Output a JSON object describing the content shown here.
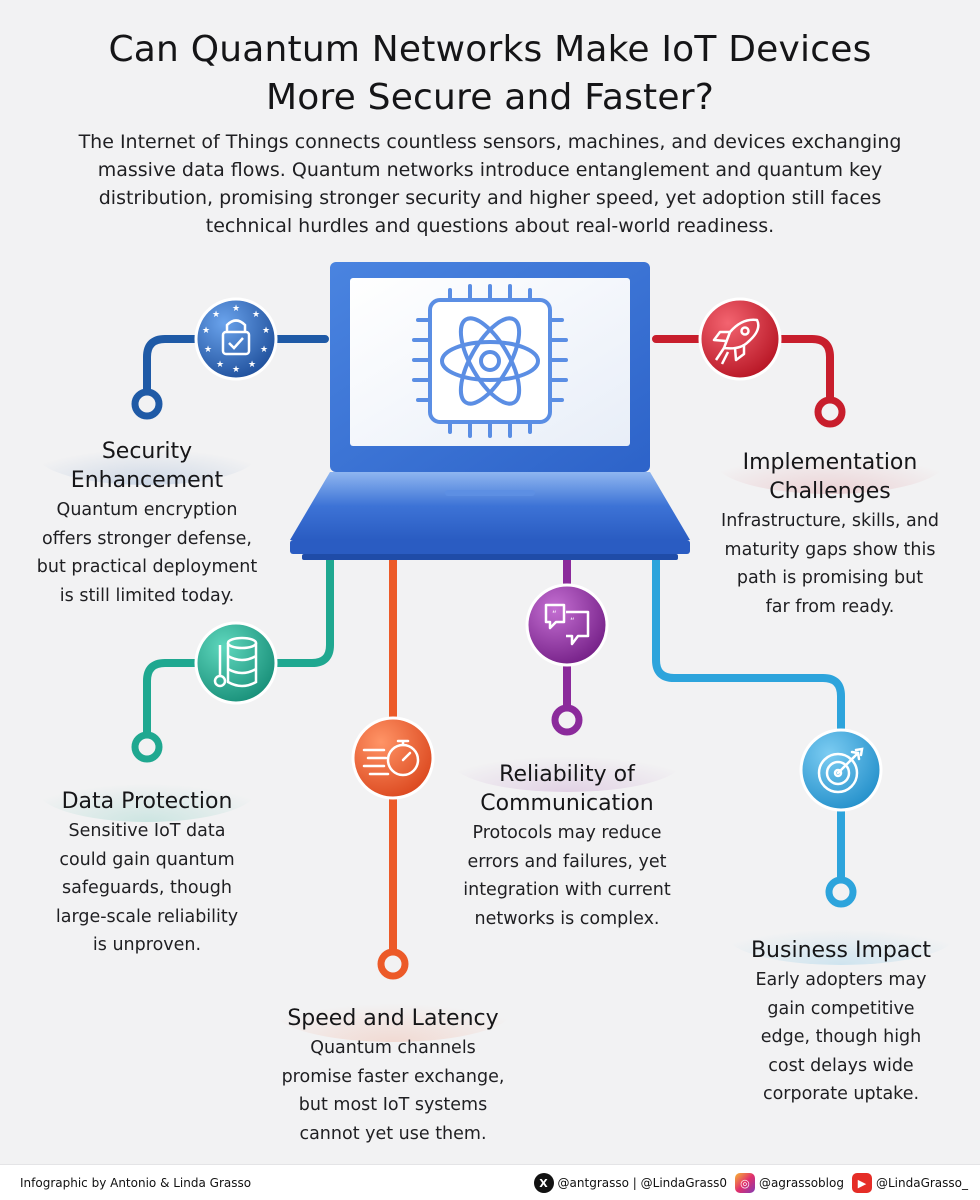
{
  "header": {
    "title_line1": "Can Quantum Networks Make IoT Devices",
    "title_line2": "More Secure and Faster?",
    "intro_line1": "The Internet of Things connects countless sensors, machines, and devices exchanging",
    "intro_line2": "massive data flows. Quantum networks introduce entanglement and quantum key",
    "intro_line3": "distribution, promising stronger security and higher speed, yet adoption still faces",
    "intro_line4": "technical hurdles and questions about real-world readiness."
  },
  "colors": {
    "security": "#1f5aa6",
    "implementation": "#c81e2c",
    "data_protection": "#1fa890",
    "speed": "#ec5a28",
    "reliability": "#8b2a9b",
    "business": "#2da4dc"
  },
  "cards": {
    "security": {
      "icon": "lock-shield-icon",
      "title_line1": "Security",
      "title_line2": "Enhancement",
      "text_line1": "Quantum encryption",
      "text_line2": "offers stronger defense,",
      "text_line3": "but practical deployment",
      "text_line4": "is still limited today."
    },
    "implementation": {
      "icon": "rocket-icon",
      "title_line1": "Implementation",
      "title_line2": "Challenges",
      "text_line1": "Infrastructure, skills, and",
      "text_line2": "maturity gaps show this",
      "text_line3": "path is promising but",
      "text_line4": "far from ready."
    },
    "data_protection": {
      "icon": "database-thermometer-icon",
      "title_line1": "Data Protection",
      "text_line1": "Sensitive IoT data",
      "text_line2": "could gain quantum",
      "text_line3": "safeguards, though",
      "text_line4": "large-scale reliability",
      "text_line5": "is unproven."
    },
    "speed": {
      "icon": "stopwatch-speed-icon",
      "title_line1": "Speed and Latency",
      "text_line1": "Quantum channels",
      "text_line2": "promise faster exchange,",
      "text_line3": "but most IoT systems",
      "text_line4": "cannot yet use them."
    },
    "reliability": {
      "icon": "chat-bubbles-icon",
      "title_line1": "Reliability of",
      "title_line2": "Communication",
      "text_line1": "Protocols may reduce",
      "text_line2": "errors and failures, yet",
      "text_line3": "integration with current",
      "text_line4": "networks is complex."
    },
    "business": {
      "icon": "target-icon",
      "title_line1": "Business Impact",
      "text_line1": "Early adopters may",
      "text_line2": "gain competitive",
      "text_line3": "edge, though high",
      "text_line4": "cost delays wide",
      "text_line5": "corporate uptake."
    }
  },
  "laptop": {
    "screen_icon": "quantum-chip-atom-icon"
  },
  "footer": {
    "credit": "Infographic by Antonio & Linda Grasso",
    "x_handle": "@antgrasso | @LindaGrass0",
    "x_icon_text": "X",
    "ig_handle": "@agrassoblog",
    "ig_icon_text": "◎",
    "yt_handle": "@LindaGrasso_",
    "yt_icon_text": "▶"
  }
}
